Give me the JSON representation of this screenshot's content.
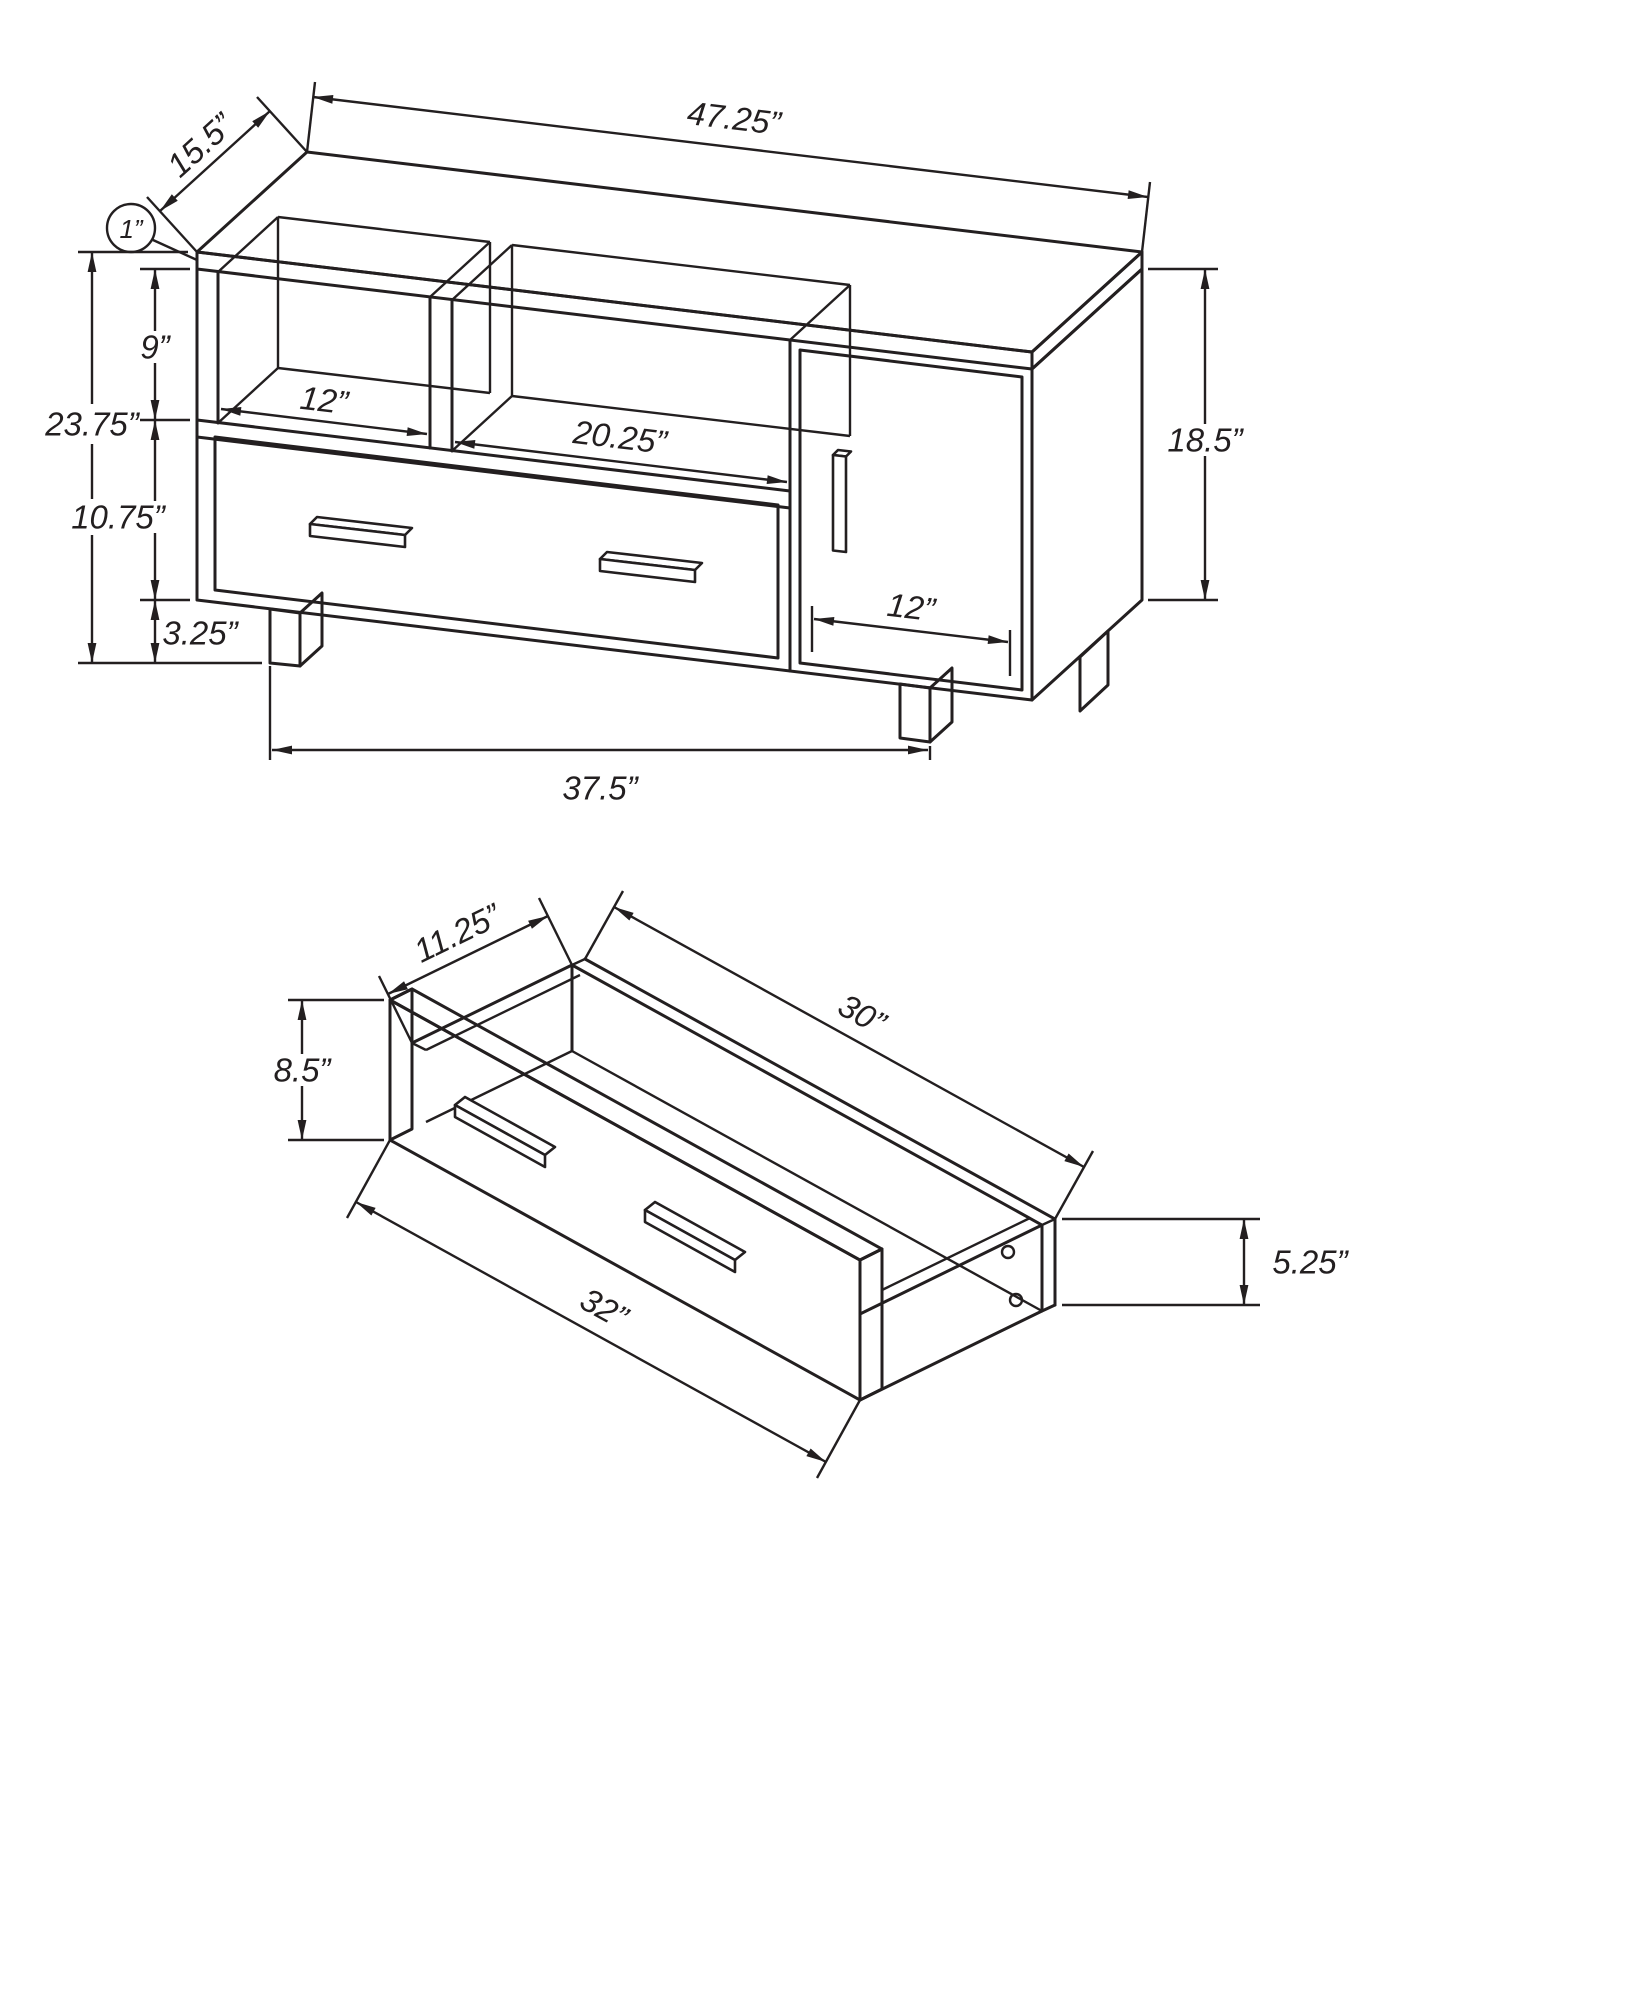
{
  "colors": {
    "line": "#231f20",
    "background": "#ffffff"
  },
  "tv_stand": {
    "dims": {
      "top_width": "47.25”",
      "top_depth": "15.5”",
      "top_thickness": "1”",
      "open_shelf_height": "9”",
      "overall_height": "23.75”",
      "drawer_section_height": "10.75”",
      "leg_height": "3.25”",
      "left_shelf_width": "12”",
      "center_shelf_width": "20.25”",
      "side_panel_height": "18.5”",
      "door_width": "12”",
      "base_width": "37.5”"
    }
  },
  "drawer": {
    "dims": {
      "depth": "11.25”",
      "box_length": "30”",
      "front_height": "8.5”",
      "side_height": "5.25”",
      "front_width": "32”"
    }
  }
}
